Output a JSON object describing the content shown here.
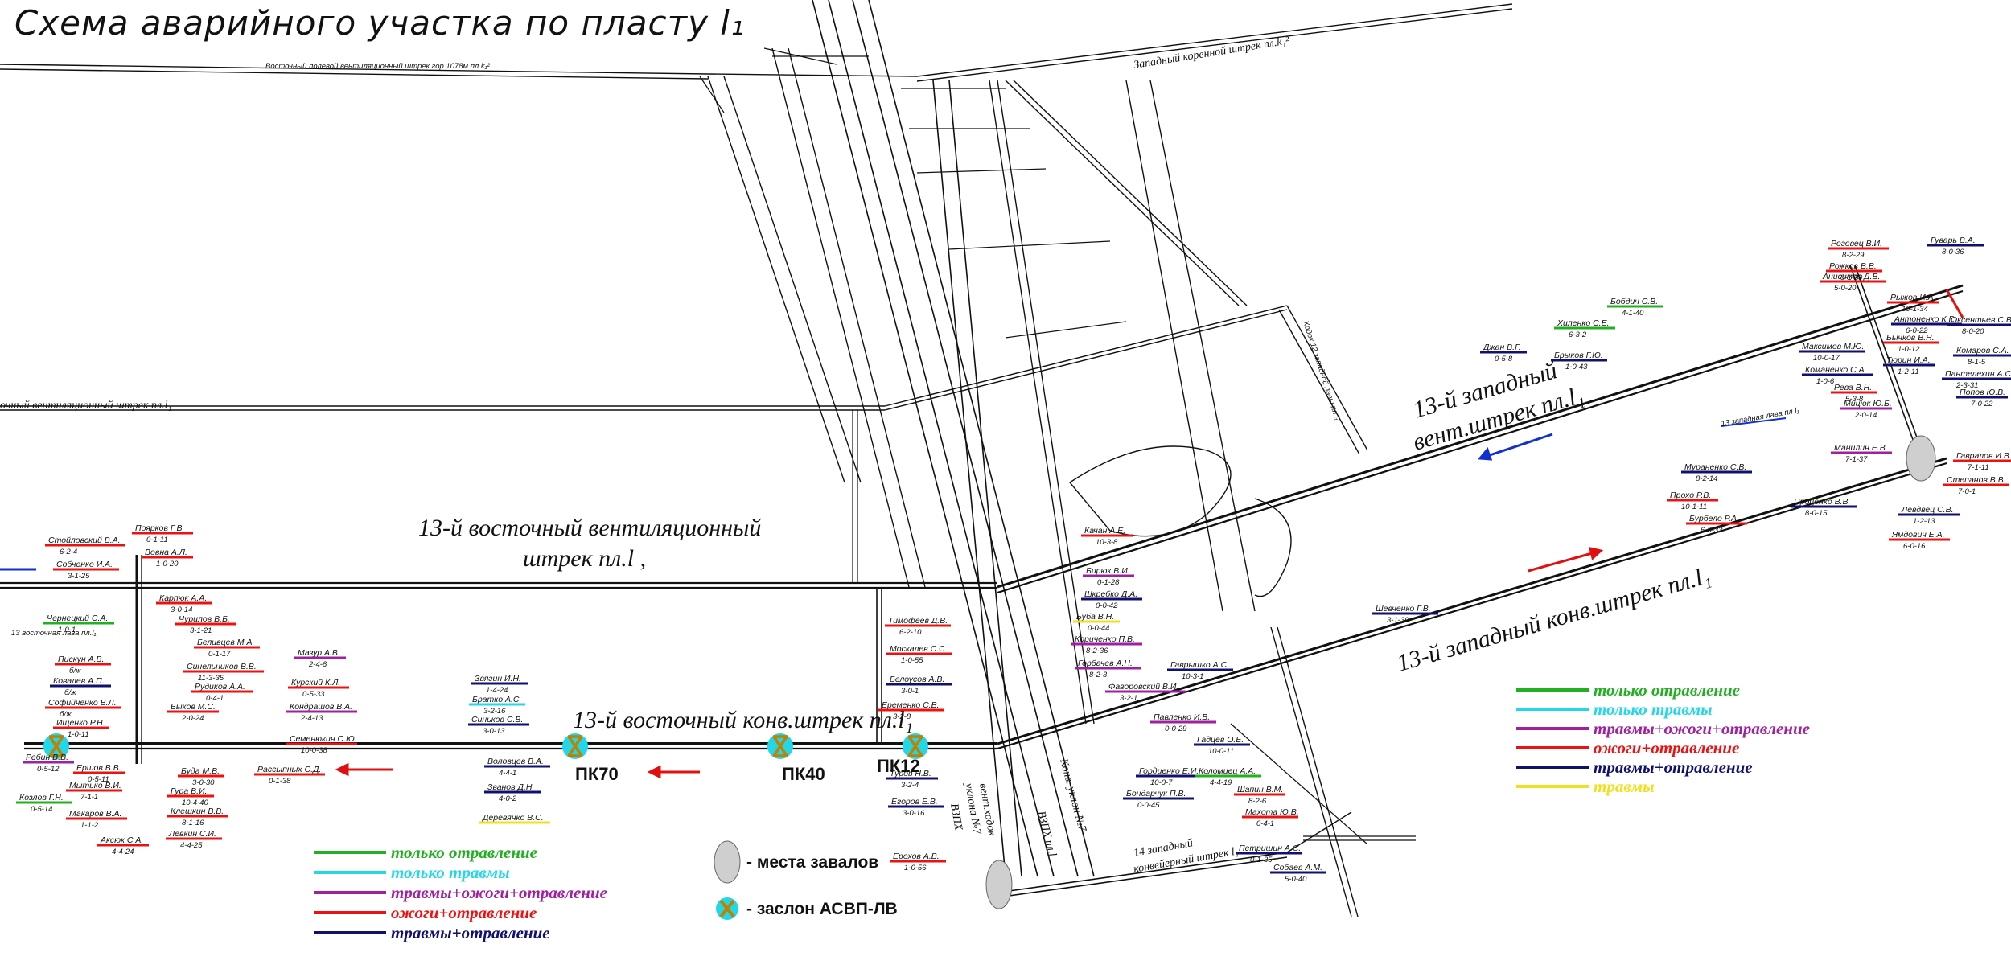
{
  "title": "Схема аварийного участка по пласту l₁",
  "colors": {
    "green": "#22b022",
    "cyan": "#22d8e8",
    "magenta": "#a020a0",
    "red": "#ee1111",
    "navy": "#101070",
    "yellow": "#f0e020",
    "blue_arrow": "#1030d0"
  },
  "drifts": {
    "east_vent": [
      "13-й восточный  вентиляционный",
      "штрек пл.l ,"
    ],
    "east_conv": "13-й восточный конв.штрек пл.l₁",
    "west_vent": [
      "13-й западный",
      "вент.штрек пл.l₁"
    ],
    "west_conv": "13-й западный конв.штрек пл.l₁",
    "west_root": "Западный коренной штрек пл.k₁²",
    "east_vent_left": "очный вентиляционный  штрек пл.l₁",
    "drift14": [
      "14 западный",
      "конвейерный штрек l₁"
    ],
    "vzpkh": "ВЗПХ пл.l",
    "konv_uklon": "Конв. уклон №7",
    "vent_skhod": [
      "вент.ходок",
      "уклона №7",
      "ВЗПХ"
    ],
    "east_root_small": "Восточный полевой вентиляционный штрек гор.1078м пл.k₁²",
    "skhod12": "Ходок 12 западной лавы пл.l₁",
    "lava13": "13 западная лава пл.l₁",
    "east_vent_small": "13 восточная лава пл.l₁"
  },
  "dampers": [
    {
      "id": "d1",
      "label": ""
    },
    {
      "id": "d2",
      "label": "ПК70"
    },
    {
      "id": "d3",
      "label": "ПК40"
    },
    {
      "id": "d4",
      "label": "ПК12"
    }
  ],
  "key": {
    "collapse": "- места завалов",
    "damper": "- заслон АСВП-ЛВ"
  },
  "legend_left": [
    {
      "text": "только отравление",
      "color": "green"
    },
    {
      "text": "только травмы",
      "color": "cyan"
    },
    {
      "text": "травмы+ожоги+отравление",
      "color": "magenta"
    },
    {
      "text": "ожоги+отравление",
      "color": "red"
    },
    {
      "text": "травмы+отравление",
      "color": "navy"
    }
  ],
  "legend_right": [
    {
      "text": "только отравление",
      "color": "green"
    },
    {
      "text": "только травмы",
      "color": "cyan"
    },
    {
      "text": "травмы+ожоги+отравление",
      "color": "magenta"
    },
    {
      "text": "ожоги+отравление",
      "color": "red"
    },
    {
      "text": "травмы+отравление",
      "color": "navy"
    },
    {
      "text": "травмы",
      "color": "yellow"
    }
  ],
  "people": [
    {
      "name": "Стойловский В.А.",
      "code": "6-2-4",
      "c": "red"
    },
    {
      "name": "Собченко И.А.",
      "code": "3-1-25",
      "c": "red"
    },
    {
      "name": "Поярков Г.В.",
      "code": "0-1-11",
      "c": "red"
    },
    {
      "name": "Вовна А.Л.",
      "code": "1-0-20",
      "c": "red"
    },
    {
      "name": "Карпюк А.А.",
      "code": "3-0-14",
      "c": "red"
    },
    {
      "name": "Чурилов В.Б.",
      "code": "3-1-21",
      "c": "red"
    },
    {
      "name": "Беливцев М.А.",
      "code": "0-1-17",
      "c": "red"
    },
    {
      "name": "Чернецкий С.А.",
      "code": "1-0-1",
      "c": "green"
    },
    {
      "name": "Пискун А.В.",
      "code": "б/ж",
      "c": "red"
    },
    {
      "name": "Ковалев А.П.",
      "code": "б/ж",
      "c": "navy"
    },
    {
      "name": "Софийченко В.Л.",
      "code": "б/ж",
      "c": "red"
    },
    {
      "name": "Ищенко Р.Н.",
      "code": "1-0-11",
      "c": "red"
    },
    {
      "name": "Ребин В.В.",
      "code": "0-5-12",
      "c": "magenta"
    },
    {
      "name": "Ершов В.В.",
      "code": "0-5-11",
      "c": "red"
    },
    {
      "name": "Мытько В.И.",
      "code": "7-1-1",
      "c": "red"
    },
    {
      "name": "Козлов Г.Н.",
      "code": "0-5-14",
      "c": "green"
    },
    {
      "name": "Макаров В.А.",
      "code": "1-1-2",
      "c": "red"
    },
    {
      "name": "Аксюк С.А.",
      "code": "4-4-24",
      "c": "red"
    },
    {
      "name": "Синельников В.В.",
      "code": "11-3-35",
      "c": "red"
    },
    {
      "name": "Рудиков А.А.",
      "code": "0-4-1",
      "c": "red"
    },
    {
      "name": "Быков М.С.",
      "code": "2-0-24",
      "c": "red"
    },
    {
      "name": "Мазур А.В.",
      "code": "2-4-6",
      "c": "magenta"
    },
    {
      "name": "Курский К.Л.",
      "code": "0-5-33",
      "c": "red"
    },
    {
      "name": "Кондрашов В.А.",
      "code": "2-4-13",
      "c": "magenta"
    },
    {
      "name": "Семенюкин С.Ю.",
      "code": "10-0-38",
      "c": "red"
    },
    {
      "name": "Рассыпных С.Д.",
      "code": "0-1-38",
      "c": "red"
    },
    {
      "name": "Буда М.В.",
      "code": "3-0-30",
      "c": "red"
    },
    {
      "name": "Гура В.И.",
      "code": "10-4-40",
      "c": "red"
    },
    {
      "name": "Клещкин В.В.",
      "code": "8-1-16",
      "c": "red"
    },
    {
      "name": "Левкин С.И.",
      "code": "4-4-25",
      "c": "red"
    },
    {
      "name": "Звягин И.Н.",
      "code": "1-4-24",
      "c": "navy"
    },
    {
      "name": "Братко А.С.",
      "code": "3-2-16",
      "c": "cyan"
    },
    {
      "name": "Синьков С.В.",
      "code": "3-0-13",
      "c": "navy"
    },
    {
      "name": "Воловцев В.А.",
      "code": "4-4-1",
      "c": "navy"
    },
    {
      "name": "Званов Д.Н.",
      "code": "4-0-2",
      "c": "navy"
    },
    {
      "name": "Деревянко В.С.",
      "code": "",
      "c": "yellow"
    },
    {
      "name": "Тимофеев Д.В.",
      "code": "6-2-10",
      "c": "red"
    },
    {
      "name": "Москалев С.С.",
      "code": "1-0-55",
      "c": "red"
    },
    {
      "name": "Белоусов А.В.",
      "code": "3-0-1",
      "c": "navy"
    },
    {
      "name": "Еременко С.В.",
      "code": "3-2-8",
      "c": "red"
    },
    {
      "name": "Туров Н.В.",
      "code": "3-2-4",
      "c": "navy"
    },
    {
      "name": "Егоров Е.В.",
      "code": "3-0-16",
      "c": "navy"
    },
    {
      "name": "Ерохов А.В.",
      "code": "1-0-56",
      "c": "red"
    },
    {
      "name": "Качан А.Е.",
      "code": "10-3-8",
      "c": "red"
    },
    {
      "name": "Бирюк В.И.",
      "code": "0-1-28",
      "c": "magenta"
    },
    {
      "name": "Шкребко Д.А.",
      "code": "0-0-42",
      "c": "navy"
    },
    {
      "name": "Буба В.Н.",
      "code": "0-0-44",
      "c": "yellow"
    },
    {
      "name": "Кориченко П.В.",
      "code": "8-2-36",
      "c": "magenta"
    },
    {
      "name": "Горбачев А.Н.",
      "code": "8-2-3",
      "c": "magenta"
    },
    {
      "name": "Фаворовский В.И.",
      "code": "3-2-1",
      "c": "magenta"
    },
    {
      "name": "Гаврышко А.С.",
      "code": "10-3-1",
      "c": "navy"
    },
    {
      "name": "Павленко И.В.",
      "code": "0-0-29",
      "c": "magenta"
    },
    {
      "name": "Гадцев О.Е.",
      "code": "10-0-11",
      "c": "navy"
    },
    {
      "name": "Гордиенко Е.И.",
      "code": "10-0-7",
      "c": "navy"
    },
    {
      "name": "Коломиец А.А.",
      "code": "4-4-19",
      "c": "green"
    },
    {
      "name": "Бондарчук П.В.",
      "code": "0-0-45",
      "c": "navy"
    },
    {
      "name": "Шапин В.М.",
      "code": "8-2-6",
      "c": "red"
    },
    {
      "name": "Махота Ю.В.",
      "code": "0-4-1",
      "c": "red"
    },
    {
      "name": "Петришин А.С.",
      "code": "0-1-35",
      "c": "navy"
    },
    {
      "name": "Собаев А.М.",
      "code": "5-0-40",
      "c": "navy"
    },
    {
      "name": "Шевченко Г.В.",
      "code": "3-1-39",
      "c": "navy"
    },
    {
      "name": "Гуварь В.А.",
      "code": "8-0-36",
      "c": "navy"
    },
    {
      "name": "Роговец В.И.",
      "code": "8-2-29",
      "c": "red"
    },
    {
      "name": "Рожков В.В.",
      "code": "8-1-29",
      "c": "red"
    },
    {
      "name": "Анисимов Д.В.",
      "code": "5-0-20",
      "c": "red"
    },
    {
      "name": "Бобдич С.В.",
      "code": "4-1-40",
      "c": "green"
    },
    {
      "name": "Хиленко С.Е.",
      "code": "6-3-2",
      "c": "green"
    },
    {
      "name": "Джан В.Г.",
      "code": "0-5-8",
      "c": "navy"
    },
    {
      "name": "Брыков Г.Ю.",
      "code": "1-0-43",
      "c": "navy"
    },
    {
      "name": "Максимов М.Ю.",
      "code": "10-0-17",
      "c": "navy"
    },
    {
      "name": "Команенко С.А.",
      "code": "1-0-6",
      "c": "navy"
    },
    {
      "name": "Рыжов И.А.",
      "code": "10-1-34",
      "c": "red"
    },
    {
      "name": "Антоненко К.Г.",
      "code": "6-0-22",
      "c": "navy"
    },
    {
      "name": "Бычков В.Н.",
      "code": "1-0-12",
      "c": "red"
    },
    {
      "name": "Тюрин И.А.",
      "code": "1-2-11",
      "c": "navy"
    },
    {
      "name": "Рева В.Н.",
      "code": "5-3-8",
      "c": "red"
    },
    {
      "name": "Мицюк Ю.Б.",
      "code": "2-0-14",
      "c": "magenta"
    },
    {
      "name": "Оксентьев С.В.",
      "code": "8-0-20",
      "c": "navy"
    },
    {
      "name": "Комаров С.А.",
      "code": "8-1-5",
      "c": "navy"
    },
    {
      "name": "Пантелехин А.С.",
      "code": "2-3-31",
      "c": "navy"
    },
    {
      "name": "Попов Ю.В.",
      "code": "7-0-22",
      "c": "navy"
    },
    {
      "name": "Манилин Е.В.",
      "code": "7-1-37",
      "c": "magenta"
    },
    {
      "name": "Гавралов И.В.",
      "code": "7-1-11",
      "c": "red"
    },
    {
      "name": "Степанов В.В.",
      "code": "7-0-1",
      "c": "red"
    },
    {
      "name": "Мураненко С.В.",
      "code": "8-2-14",
      "c": "navy"
    },
    {
      "name": "Прохо Р.В.",
      "code": "10-1-11",
      "c": "red"
    },
    {
      "name": "Проценко В.В.",
      "code": "8-0-15",
      "c": "navy"
    },
    {
      "name": "Бурбело Р.А.",
      "code": "6-0-33",
      "c": "red"
    },
    {
      "name": "Левдвец С.В.",
      "code": "1-2-13",
      "c": "navy"
    },
    {
      "name": "Ямдович Е.А.",
      "code": "6-0-16",
      "c": "red"
    }
  ]
}
